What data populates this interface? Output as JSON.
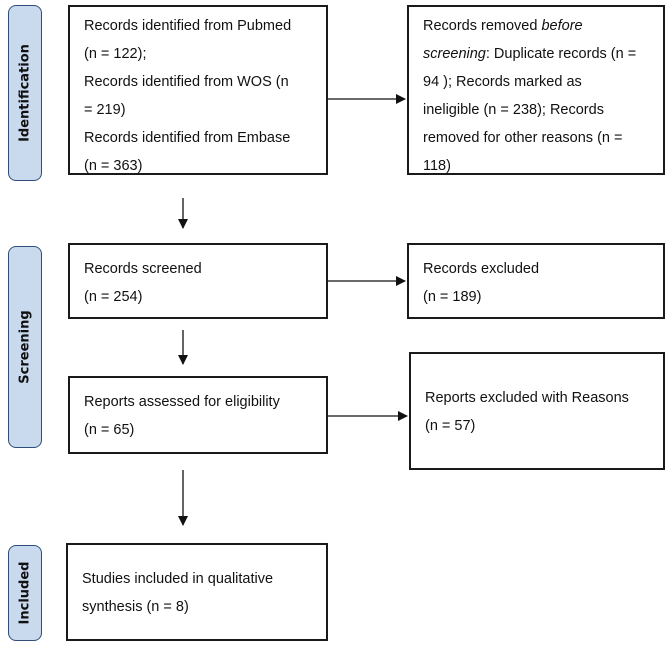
{
  "phases": {
    "identification": "Identification",
    "screening": "Screening",
    "included": "Included"
  },
  "identified": {
    "line1": "Records identified from Pubmed",
    "line2": "(n = 122);",
    "line3": "Records identified from WOS (n",
    "line4": "= 219)",
    "line5": "Records identified from Embase",
    "line6": "(n = 363)"
  },
  "removed": {
    "line1_a": "Records removed ",
    "line1_b": "before",
    "line2_a": "screening",
    "line2_b": ": Duplicate records (n =",
    "line3": "94 ); Records marked as",
    "line4": "ineligible (n = 238); Records",
    "line5": "removed for other reasons (n =",
    "line6": "118)"
  },
  "screened": {
    "line1": "Records screened",
    "line2": "(n = 254)"
  },
  "excluded": {
    "line1": "Records excluded",
    "line2": "(n = 189)"
  },
  "assessed": {
    "line1": "Reports assessed for eligibility",
    "line2": "(n = 65)"
  },
  "reports_excluded": {
    "line1": "Reports excluded with Reasons",
    "line2": "(n = 57)"
  },
  "included_box": {
    "line1": "Studies included in qualitative",
    "line2": "synthesis (n = 8)"
  }
}
